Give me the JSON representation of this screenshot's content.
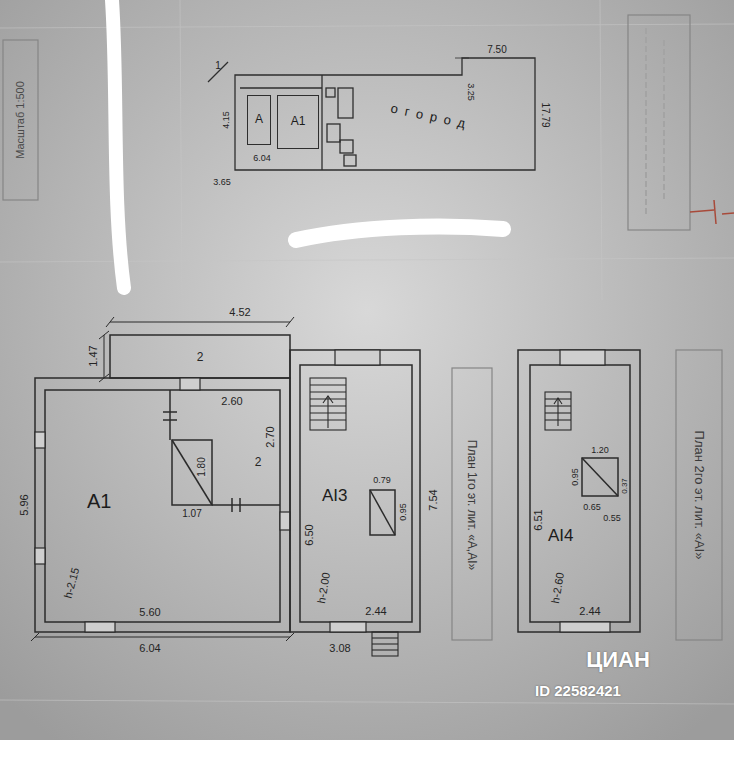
{
  "diagram": {
    "nodes": [
      {
        "text": [
          "А1"
        ]
      },
      {
        "text": [
          "АI3"
        ]
      },
      {
        "text": [
          "АI4"
        ]
      },
      {
        "text": [
          "огород"
        ]
      },
      {
        "text": [
          "А"
        ]
      },
      {
        "text": [
          "А1"
        ]
      }
    ],
    "labels": [
      "Масштаб 1:500",
      "7.50",
      "3.25",
      "17.79",
      "4.15",
      "6.04",
      "3.65",
      "1",
      "4.52",
      "1.47",
      "2",
      "2.60",
      "2.70",
      "1.80",
      "1.07",
      "2",
      "5.96",
      "h-2.15",
      "5.60",
      "6.04",
      "0.79",
      "0.95",
      "6.50",
      "7.54",
      "h-2.00",
      "2.44",
      "3.08",
      "План 1го эт. лит. «А,АI»",
      "1.20",
      "0.95",
      "0.65",
      "0.37",
      "0.55",
      "6.51",
      "h-2.60",
      "2.44",
      "План 2го эт. лит. «АI»",
      "ЦИАН",
      "ID 22582421"
    ]
  }
}
